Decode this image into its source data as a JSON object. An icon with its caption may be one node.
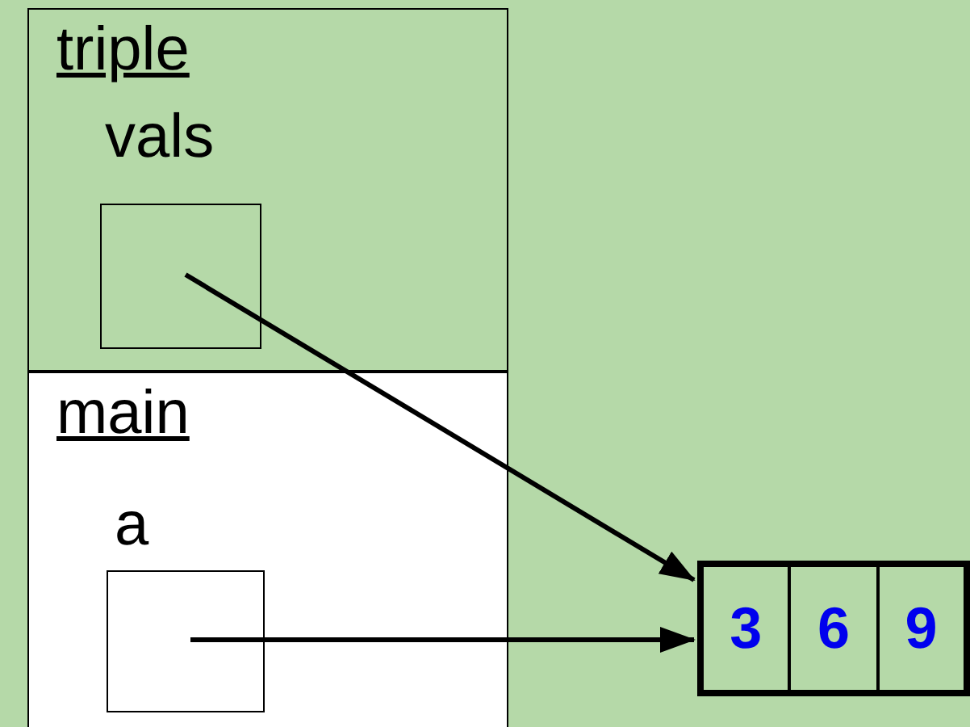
{
  "diagram": {
    "nodes": [
      {
        "text": [
          "triple"
        ]
      },
      {
        "text": [
          "vals"
        ],
        "in": 0
      },
      {
        "text": [
          "main"
        ]
      },
      {
        "text": [
          "a"
        ],
        "in": 2
      },
      {
        "text": [],
        "shape": "box"
      },
      {
        "text": [
          "3"
        ],
        "in": 4
      },
      {
        "text": [
          "6"
        ],
        "in": 4
      },
      {
        "text": [
          "9"
        ],
        "in": 4
      }
    ],
    "edges": [
      {
        "from": 1,
        "to": 4,
        "arrow": "to"
      },
      {
        "from": 3,
        "to": 4,
        "arrow": "to"
      }
    ]
  }
}
